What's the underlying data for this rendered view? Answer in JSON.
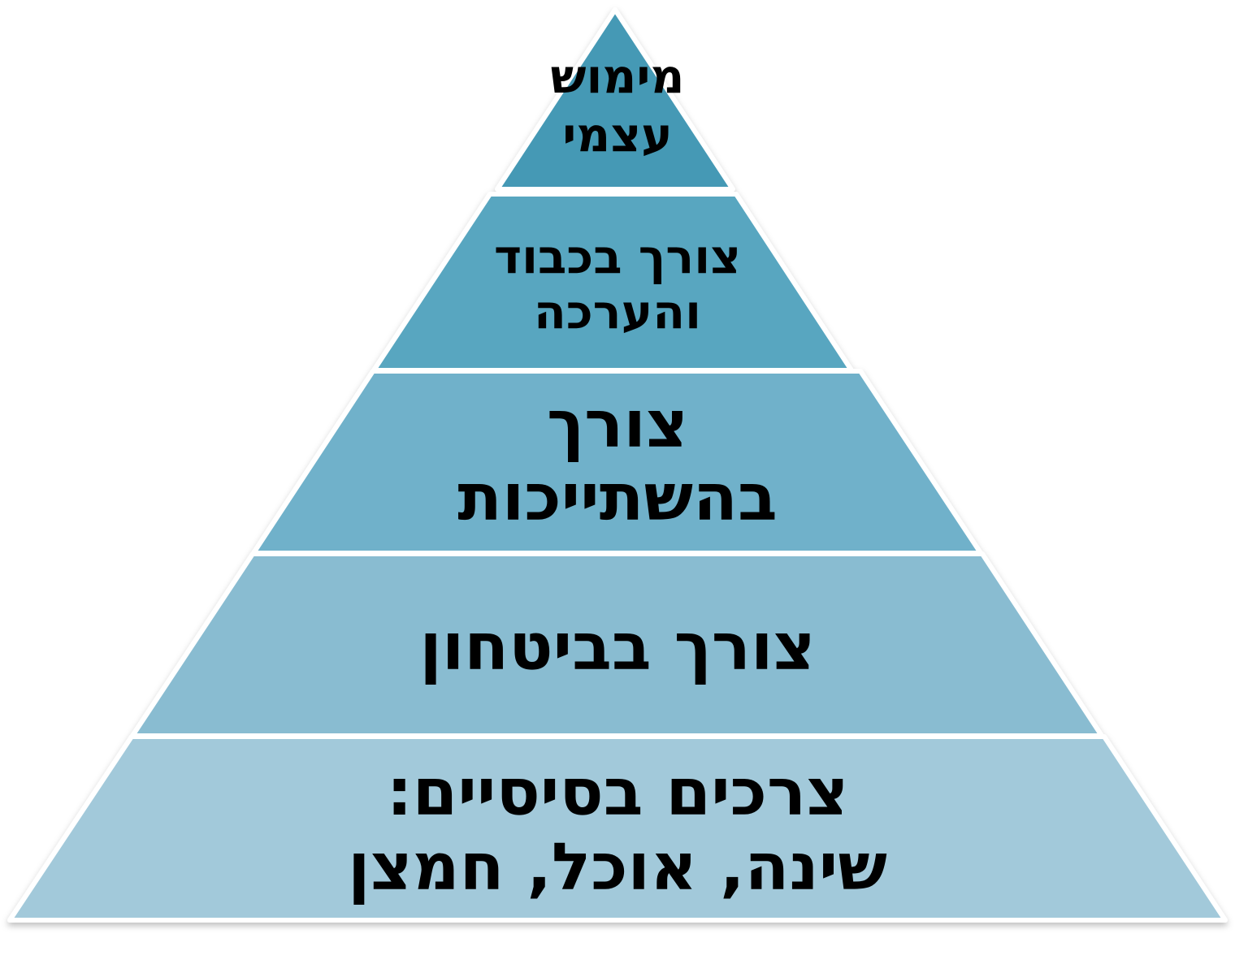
{
  "pyramid": {
    "levels": [
      {
        "lines": [
          "מימוש",
          "עצמי"
        ],
        "color": "#4499B5"
      },
      {
        "lines": [
          "צורך בכבוד",
          "והערכה"
        ],
        "color": "#58A6C0"
      },
      {
        "lines": [
          "צורך",
          "בהשתייכות"
        ],
        "color": "#70B1CA"
      },
      {
        "lines": [
          "צורך בביטחון"
        ],
        "color": "#89BCD1"
      },
      {
        "lines": [
          "צרכים בסיסיים:",
          "שינה, אוכל, חמצן"
        ],
        "color": "#A2C9DA"
      }
    ]
  }
}
